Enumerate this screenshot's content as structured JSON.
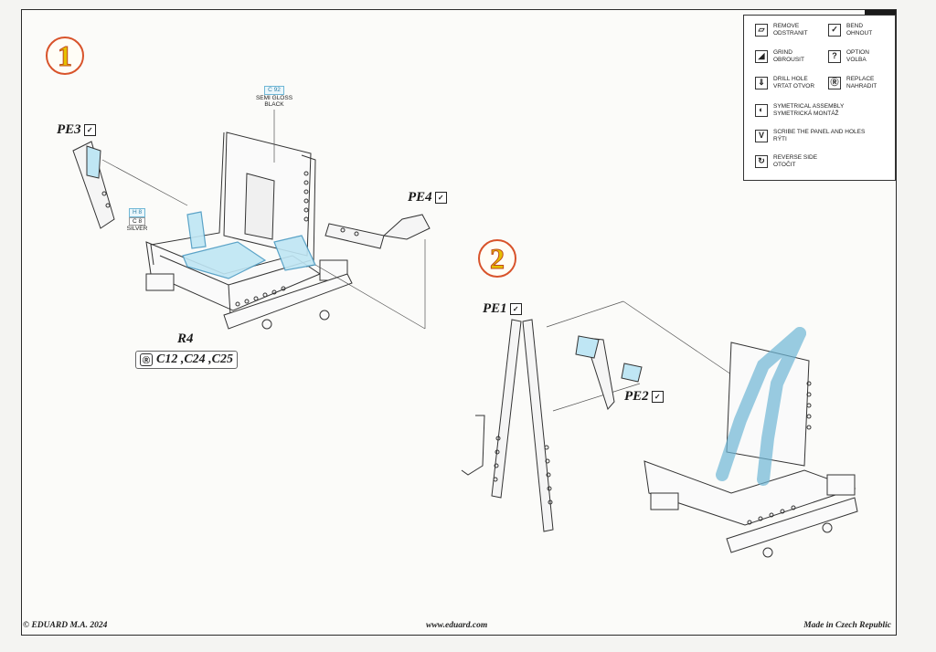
{
  "legend": {
    "items": [
      {
        "icon": "remove-icon",
        "glyph": "▱",
        "line1": "REMOVE",
        "line2": "ODSTRANIT"
      },
      {
        "icon": "bend-icon",
        "glyph": "✓",
        "line1": "BEND",
        "line2": "OHNOUT"
      },
      {
        "icon": "grind-icon",
        "glyph": "◢",
        "line1": "GRIND",
        "line2": "OBROUSIT"
      },
      {
        "icon": "option-icon",
        "glyph": "?",
        "line1": "OPTION",
        "line2": "VOLBA"
      },
      {
        "icon": "drill-hole-icon",
        "glyph": "⇓",
        "line1": "DRILL HOLE",
        "line2": "VRTAT OTVOR"
      },
      {
        "icon": "replace-icon",
        "glyph": "Ⓡ",
        "line1": "REPLACE",
        "line2": "NAHRADIT"
      },
      {
        "icon": "symetrical-assembly-icon",
        "glyph": "◐",
        "line1": "SYMETRICAL ASSEMBLY",
        "line2": "SYMETRICKÁ MONTÁŽ"
      },
      {
        "icon": "scribe-icon",
        "glyph": "V",
        "line1": "SCRIBE THE PANEL AND HOLES",
        "line2": "RÝTI"
      },
      {
        "icon": "reverse-side-icon",
        "glyph": "↻",
        "line1": "REVERSE SIDE",
        "line2": "OTOČIT"
      }
    ]
  },
  "steps": {
    "step1": "1",
    "step2": "2"
  },
  "labels": {
    "pe3": "PE3",
    "pe4": "PE4",
    "pe1": "PE1",
    "pe2": "PE2",
    "r4": "R4",
    "r4_replace": "C12 ,C24 ,C25",
    "bend_glyph": "✓",
    "replace_glyph": "Ⓡ"
  },
  "paint": {
    "c92_code": "C 92",
    "c92_name1": "SEMI GLOSS",
    "c92_name2": "BLACK",
    "h8_code": "H 8",
    "c8_code": "C 8",
    "silver_name": "SILVER"
  },
  "footer": {
    "copyright": "© EDUARD  M.A. 2024",
    "website": "www.eduard.com",
    "made_in": "Made in Czech Republic"
  },
  "colors": {
    "photo_etch_blue": "#8fd0ea",
    "step_circle_red": "#d8532b",
    "step_number_yellow": "#e6c000"
  }
}
